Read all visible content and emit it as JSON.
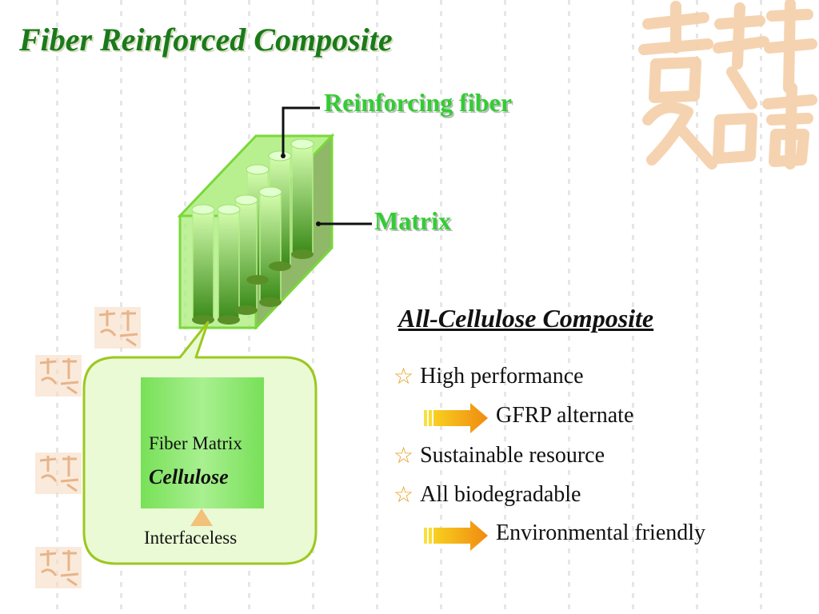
{
  "slide": {
    "title": "Fiber Reinforced Composite",
    "labels": {
      "reinforcing_fiber": "Reinforcing fiber",
      "matrix": "Matrix"
    },
    "callout": {
      "fiber_matrix": "Fiber Matrix",
      "cellulose": "Cellulose",
      "interfaceless": "Interfaceless"
    },
    "subtitle": "All-Cellulose Composite",
    "bullets": [
      {
        "star": "☆",
        "text": "High performance"
      },
      {
        "star": "☆",
        "text": "Sustainable resource"
      },
      {
        "star": "☆",
        "text": "All biodegradable"
      }
    ],
    "results": [
      "GFRP alternate",
      "Environmental friendly"
    ]
  },
  "colors": {
    "title": "#1a7a1a",
    "label_green": "#33cc33",
    "star": "#e8a020",
    "arrow_from": "#f8d020",
    "arrow_to": "#f08a10",
    "callout_fill": "#eafad4",
    "callout_border": "#9cc820",
    "cellulose_box": "#78e058"
  },
  "icons": [
    "star-icon",
    "arrow-right-icon",
    "chinese-seal-watermark"
  ]
}
